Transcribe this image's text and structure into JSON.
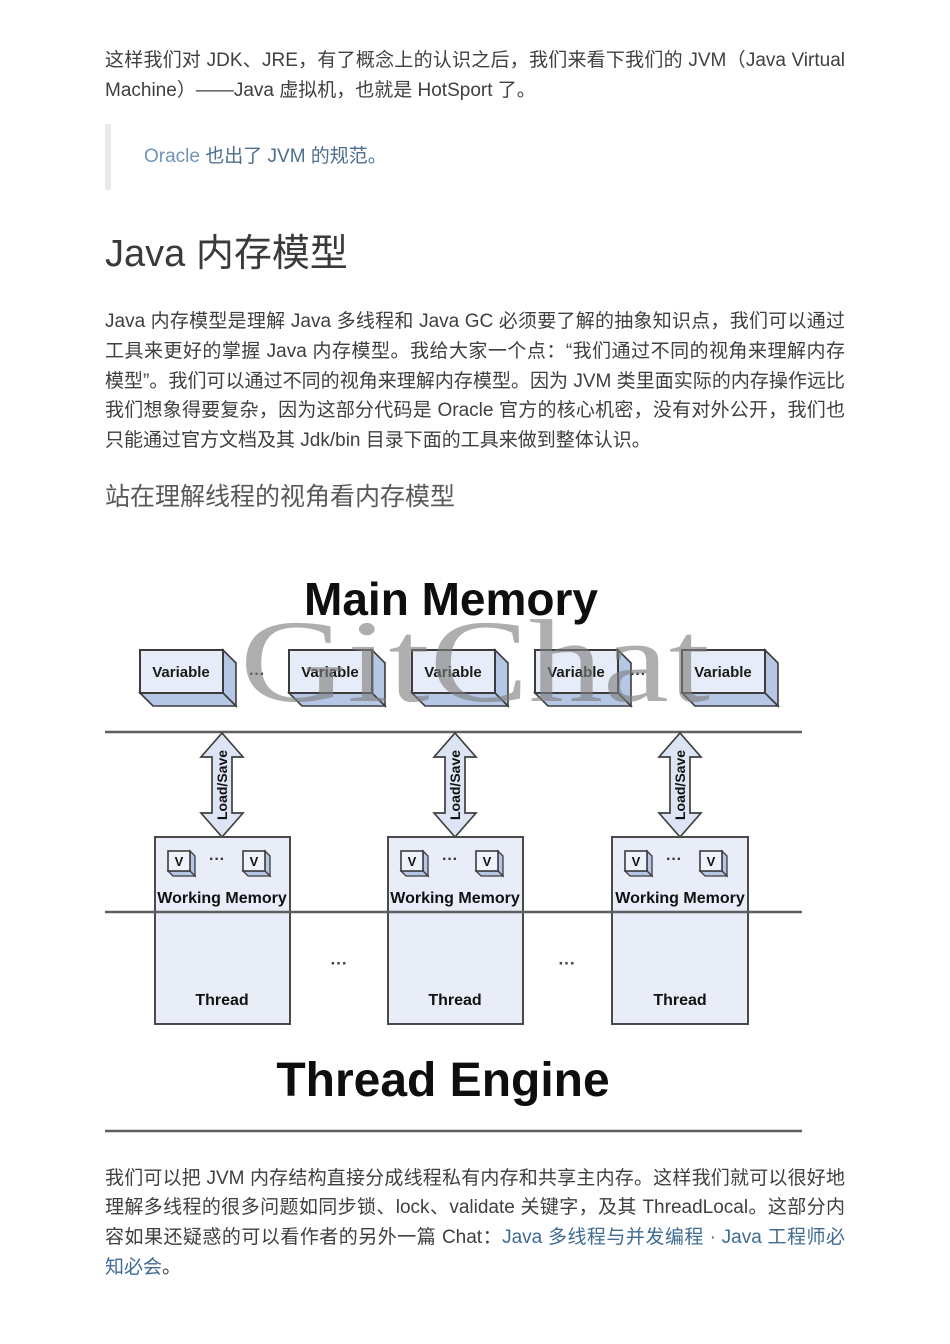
{
  "page": {
    "background": "#ffffff",
    "text_color": "#3f3f3f",
    "link_color": "#3f6b93",
    "quote_link_color": "#7094b5",
    "quote_text_color": "#4d6e8e"
  },
  "intro_paragraph": {
    "text": "这样我们对 JDK、JRE，有了概念上的认识之后，我们来看下我们的 JVM（Java Virtual Machine）——Java 虚拟机，也就是 HotSport 了。"
  },
  "blockquote": {
    "link_text": "Oracle",
    "rest_text": " 也出了 JVM 的规范。"
  },
  "heading": {
    "title": "Java 内存模型"
  },
  "body_paragraph": {
    "text": "Java 内存模型是理解 Java 多线程和 Java GC 必须要了解的抽象知识点，我们可以通过工具来更好的掌握 Java 内存模型。我给大家一个点：“我们通过不同的视角来理解内存模型”。我们可以通过不同的视角来理解内存模型。因为 JVM 类里面实际的内存操作远比我们想象得要复杂，因为这部分代码是 Oracle 官方的核心机密，没有对外公开，我们也只能通过官方文档及其 Jdk/bin 目录下面的工具来做到整体认识。"
  },
  "subheading": {
    "title": "站在理解线程的视角看内存模型"
  },
  "diagram": {
    "main_memory_label": "Main Memory",
    "watermark": "GitChat",
    "variable_label": "Variable",
    "dots": "···",
    "load_save_label": "Load/Save",
    "v_label": "V",
    "working_memory_label": "Working Memory",
    "thread_label": "Thread",
    "thread_engine_label": "Thread Engine",
    "colors": {
      "box_face": "#e7edf8",
      "box_side": "#b5c7e4",
      "panel_fill": "#e9edf8",
      "arrow_fill": "#dde4f3",
      "outline": "#3c3c3c",
      "line": "#5f5f5f",
      "watermark": "#7d7d7d"
    }
  },
  "closing_paragraph": {
    "text_before_link": "我们可以把 JVM 内存结构直接分成线程私有内存和共享主内存。这样我们就可以很好地理解多线程的很多问题如同步锁、lock、validate 关键字，及其 ThreadLocal。这部分内容如果还疑惑的可以看作者的另外一篇 Chat：",
    "link_text": "Java 多线程与并发编程 · Java 工程师必知必会",
    "text_after_link": "。"
  }
}
